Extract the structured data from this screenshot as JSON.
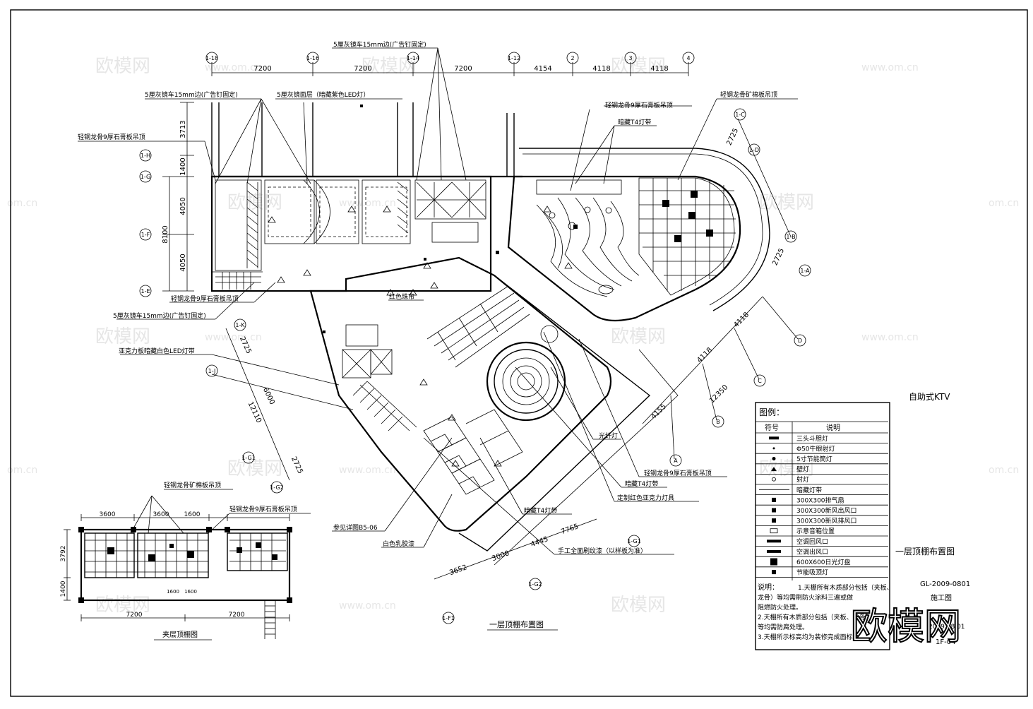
{
  "drawing": {
    "title_main": "一层顶棚布置图",
    "title_lower": "一层顶棚布置图",
    "project_name": "自助式KTV",
    "drawing_number": "GL-2009-0801",
    "stage": "施工图",
    "date": "2009.08.01",
    "sheet": "1F-04",
    "mezzanine_title": "夹层顶棚图"
  },
  "axes_top": [
    "1-18",
    "1-16",
    "1-14",
    "1-12",
    "2",
    "3",
    "4"
  ],
  "axes_left": [
    "1-H",
    "1-G",
    "1-F",
    "1-E"
  ],
  "axes_diag": [
    "A",
    "B",
    "C",
    "D"
  ],
  "axes_misc": [
    "1-C",
    "1-D",
    "1-B",
    "1-A",
    "1-K",
    "1-J",
    "1-G1",
    "1-G2",
    "1-F1"
  ],
  "dims": {
    "top": [
      "7200",
      "7200",
      "7200",
      "4154",
      "4118",
      "4118"
    ],
    "left": [
      "3713",
      "1400",
      "4050",
      "4050",
      "8100"
    ],
    "left_lower": [
      "2725",
      "6000",
      "12110",
      "2725"
    ],
    "right_diag": [
      "4118",
      "4118",
      "12350",
      "4155"
    ],
    "bottom_diag": [
      "3652",
      "3000",
      "4445",
      "7765"
    ],
    "right_top": [
      "2725",
      "2725"
    ],
    "mezz_top": [
      "3600",
      "3600",
      "1600"
    ],
    "mezz_bottom": [
      "7200",
      "7200"
    ],
    "mezz_left": [
      "3792",
      "1400"
    ],
    "mezz_inner": [
      "1600",
      "1600"
    ]
  },
  "labels": {
    "l1": "5厘灰镜车15mm边(广告钉固定)",
    "l2": "5厘灰镜车15mm边(广告钉固定)",
    "l3": "5厘灰镜面层（暗藏紫色LED灯）",
    "l4": "轻钢龙骨9厚石膏板吊顶",
    "l5": "轻钢龙骨矿棉板吊顶",
    "l6": "轻钢龙骨9厚石膏板吊顶",
    "l7": "暗藏T4灯带",
    "l8": "轻钢龙骨9厚石膏板吊顶",
    "l9": "5厘灰镜车15mm边(广告钉固定)",
    "l10": "亚克力板暗藏白色LED灯带",
    "l11": "红色珠帘",
    "l12": "光纤灯",
    "l13": "轻钢龙骨9厚石膏板吊顶",
    "l14": "暗藏T4灯带",
    "l15": "定制红色亚克力灯具",
    "l16": "暗藏T4灯带",
    "l17": "参见详图B5-06",
    "l18": "白色乳胶漆",
    "l19": "手工全面刷纹漆（以样板为准）",
    "l20": "轻钢龙骨矿棉板吊顶",
    "l21": "轻钢龙骨9厚石膏板吊顶"
  },
  "legend": {
    "title": "图例：",
    "col_symbol": "符号",
    "col_desc": "说明",
    "rows": [
      "三头斗胆灯",
      "Φ50牛眼射灯",
      "5寸节能筒灯",
      "壁灯",
      "射灯",
      "暗藏灯带",
      "300X300排气扇",
      "300X300新风出风口",
      "300X300新风排风口",
      "示意音箱位置",
      "空调回风口",
      "空调出风口",
      "600X600日光灯盘",
      "节能吸顶灯"
    ],
    "notes_title": "说明：",
    "notes": [
      "1.天棚所有木质部分包括（夹板、",
      "龙骨）等均需刷防火涂料三遍或做",
      "阻燃防火处理。",
      "2.天棚所有木质部分包括（夹板、龙骨）",
      "等均需防腐处理。",
      "3.天棚所示标高均为装修完成面标高。"
    ]
  },
  "watermarks": {
    "brand": "欧模网",
    "url": "www.om.cn",
    "url_left": "om.cn",
    "big": "欧模网"
  }
}
